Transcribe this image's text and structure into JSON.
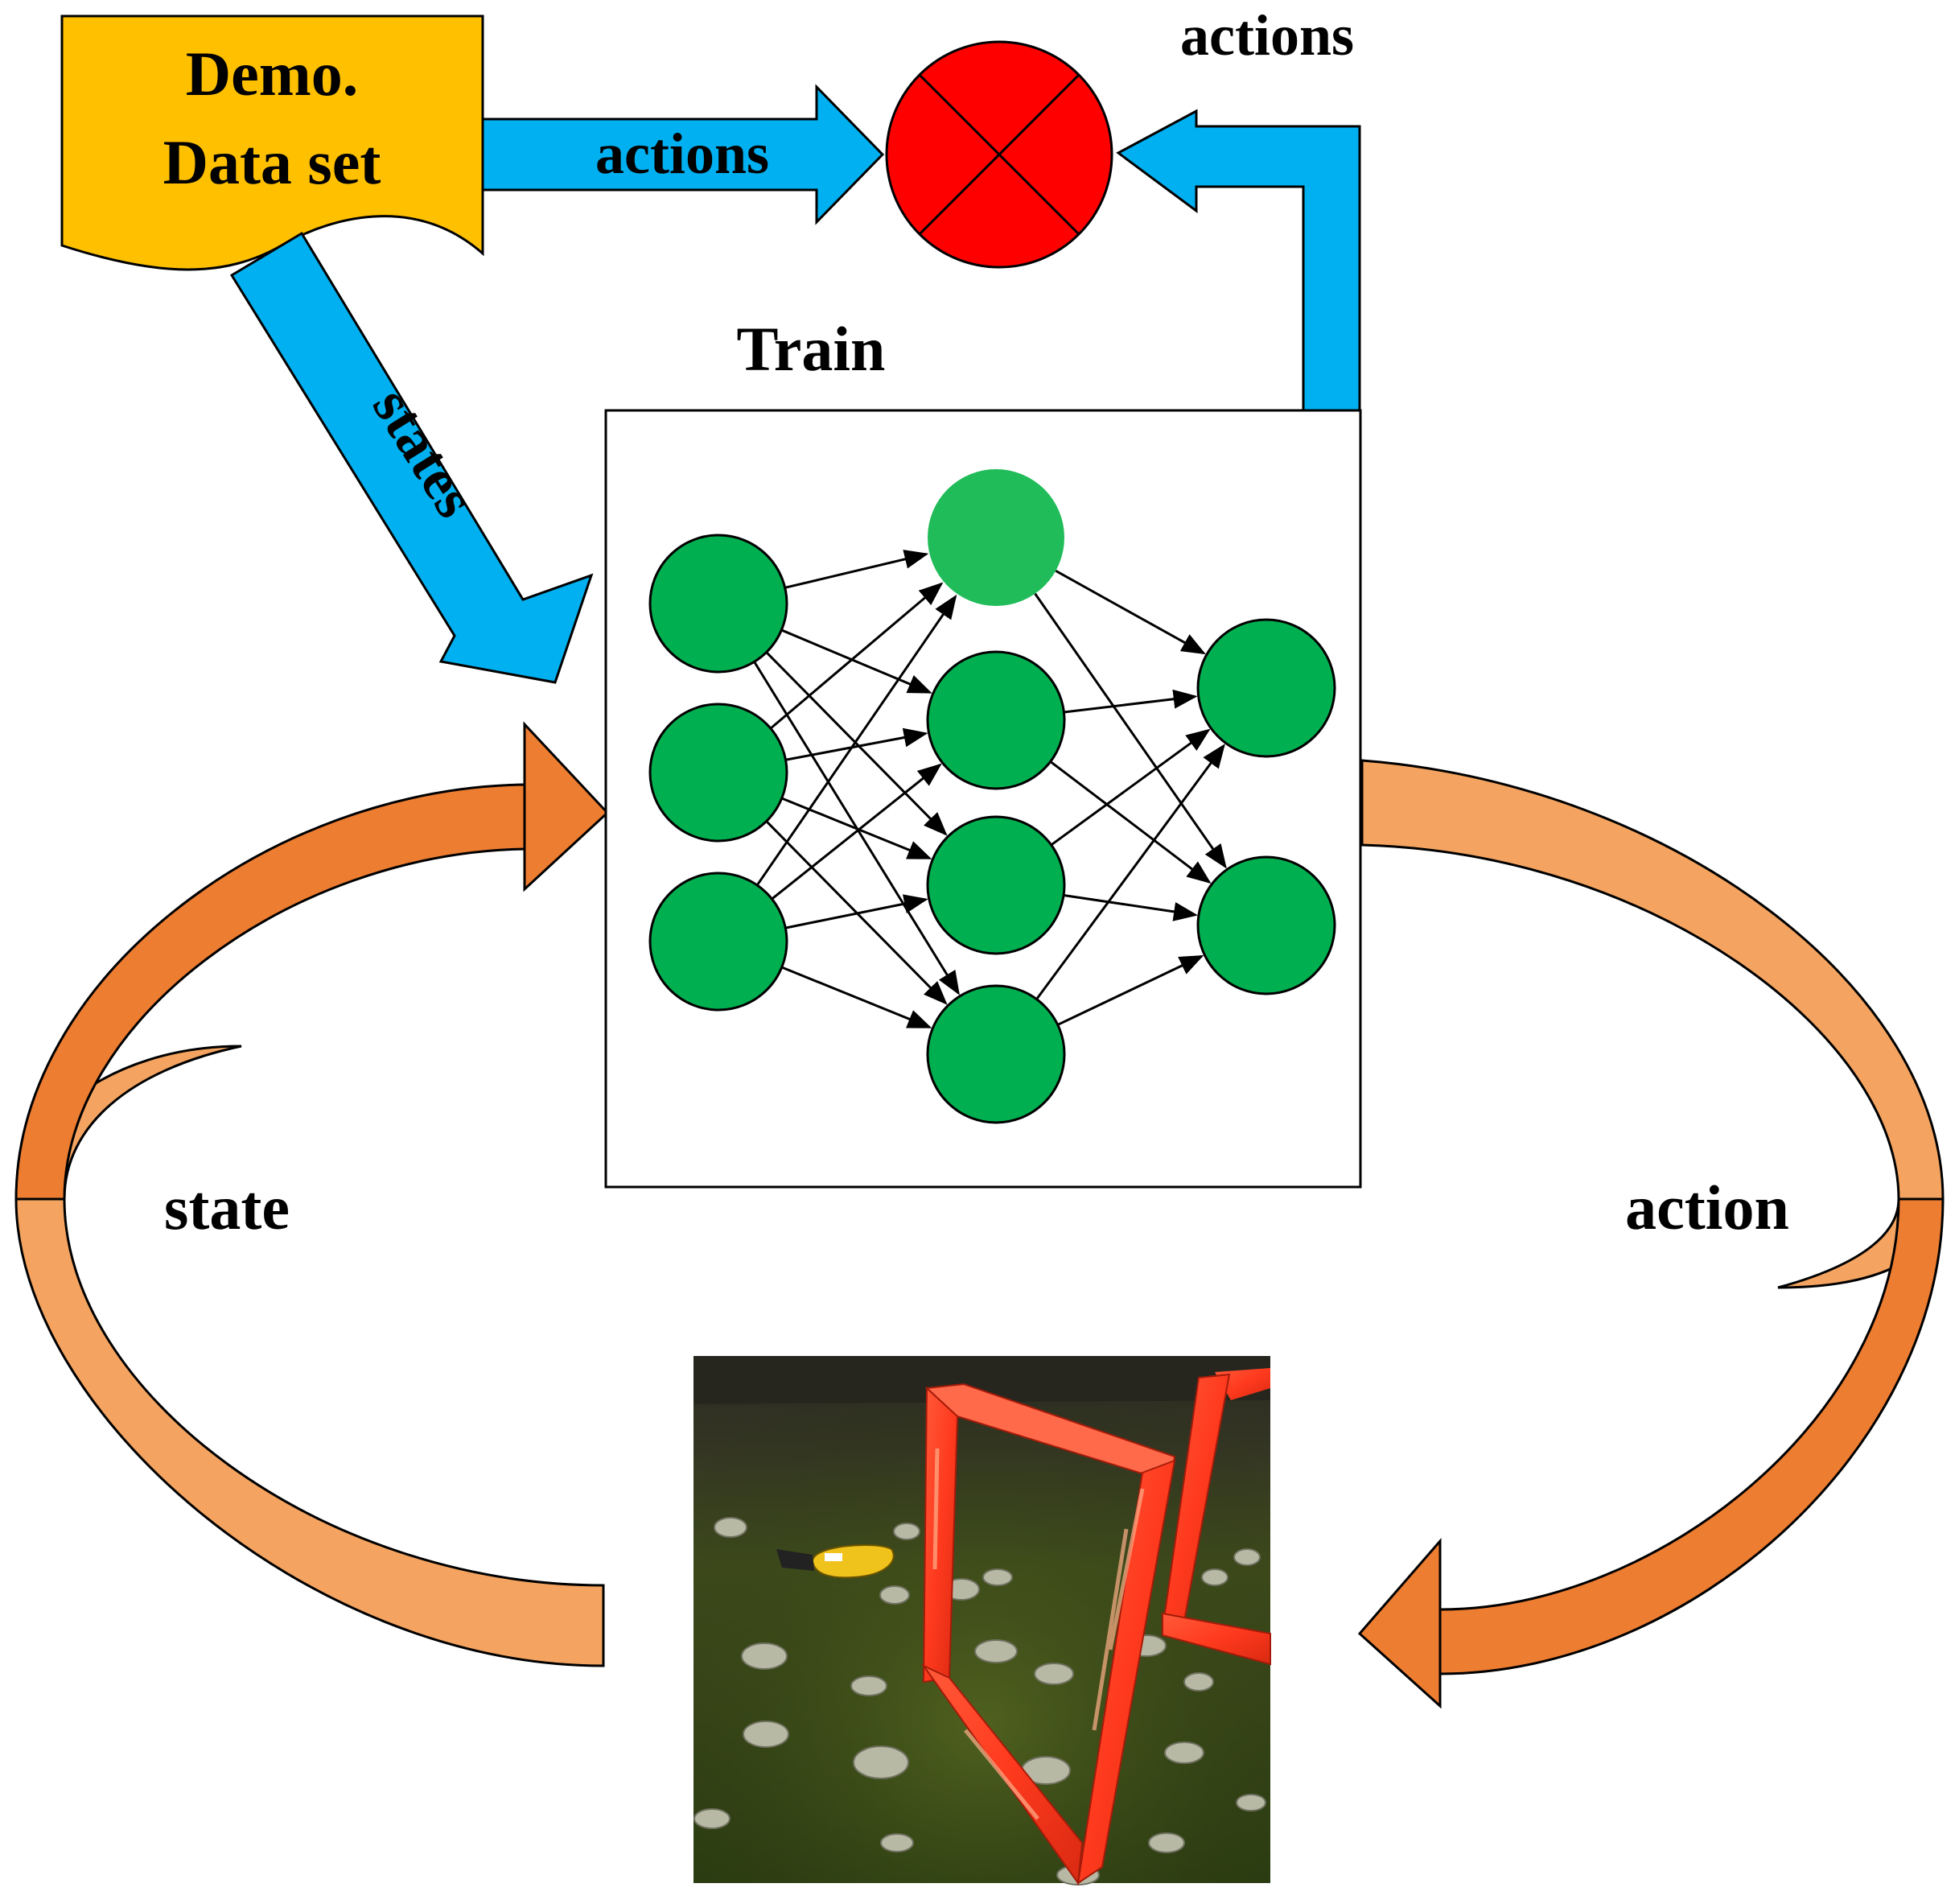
{
  "labels": {
    "dataset_line1": "Demo.",
    "dataset_line2": "Data set",
    "actions_top_right": "actions",
    "actions_arrow": "actions",
    "states": "states",
    "train": "Train",
    "state": "state",
    "action": "action"
  },
  "network": {
    "layers": [
      3,
      4,
      2
    ]
  },
  "colors": {
    "dataset_fill": "#FFC000",
    "blue_arrow": "#00B0F0",
    "comparator_fill": "#FF0000",
    "neuron_fill": "#00B050",
    "neuron_highlight": "#21BC5A",
    "orange_dark": "#ED7D31",
    "orange_light": "#F4A460"
  },
  "icons": {
    "comparator": "circle-with-x-icon",
    "environment": "simulation-scene-image"
  }
}
